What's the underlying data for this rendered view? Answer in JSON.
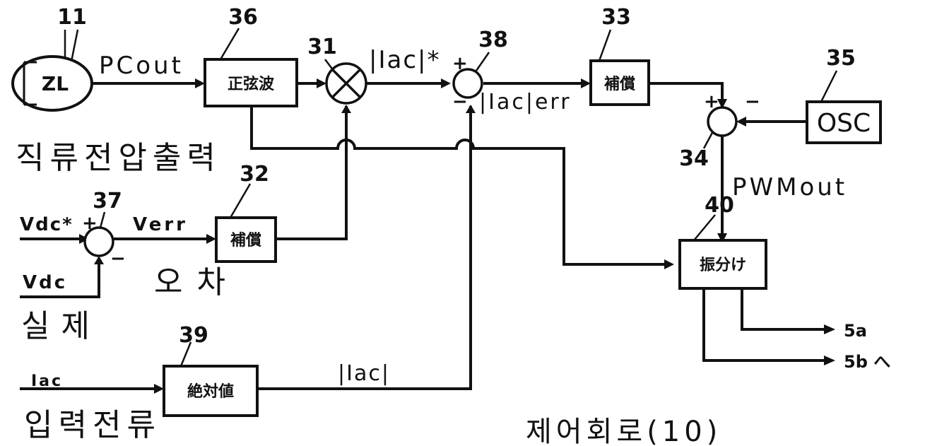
{
  "reference_numbers": {
    "dc_source": "11",
    "sine_block": "36",
    "multiplier": "31",
    "current_sum": "38",
    "comp_current": "33",
    "osc": "35",
    "pwm_comparator": "34",
    "voltage_sum": "37",
    "comp_voltage": "32",
    "distributor": "40",
    "abs_block": "39"
  },
  "blocks": {
    "sine": "正弦波",
    "comp_current": "補償",
    "comp_voltage": "補償",
    "osc": "OSC",
    "distributor": "振分け",
    "abs": "絶対値",
    "source_glyph": "ZL"
  },
  "signals": {
    "pcout": "PCout",
    "iac_ref": "|Iac|*",
    "iac_err": "|Iac|err",
    "pwmout": "PWMout",
    "vdc_ref": "Vdc*",
    "verr": "Verr",
    "vdc": "Vdc",
    "iac_in": "Iac",
    "iac_abs": "|Iac|",
    "out_a": "5a",
    "out_b": "5b へ"
  },
  "signs": {
    "plus": "+",
    "minus": "−"
  },
  "annotations_korean": {
    "dc_voltage_output": "직류전압출력",
    "error": "오차",
    "actual": "실제",
    "input_current": "입력전류",
    "control_circuit": "제어회로(10)"
  }
}
